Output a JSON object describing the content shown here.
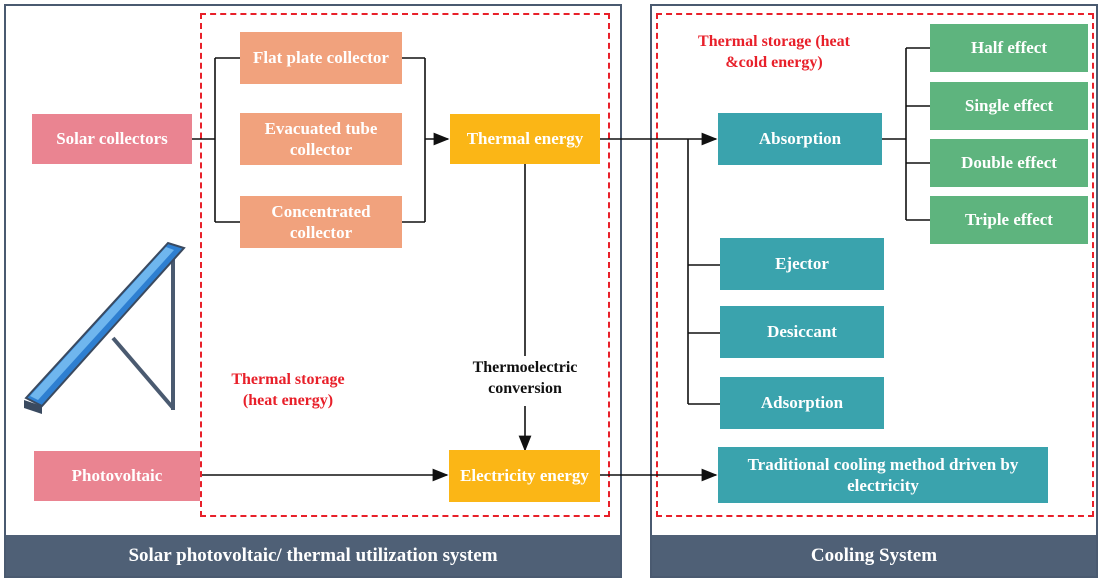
{
  "left_panel": {
    "footer": "Solar photovoltaic/ thermal utilization system",
    "sources": {
      "solar_collectors": "Solar collectors",
      "photovoltaic": "Photovoltaic"
    },
    "collectors": [
      "Flat plate collector",
      "Evacuated tube collector",
      "Concentrated collector"
    ],
    "thermal_energy": "Thermal energy",
    "electricity_energy": "Electricity energy",
    "conversion_label": "Thermoelectric conversion",
    "storage_label": "Thermal storage (heat energy)"
  },
  "right_panel": {
    "footer": "Cooling System",
    "storage_label": "Thermal storage (heat &cold energy)",
    "absorption": "Absorption",
    "effects": [
      "Half effect",
      "Single effect",
      "Double effect",
      "Triple effect"
    ],
    "methods": [
      "Ejector",
      "Desiccant",
      "Adsorption"
    ],
    "traditional": "Traditional cooling method driven by electricity"
  },
  "colors": {
    "pink": "#ea8491",
    "salmon": "#f1a27d",
    "orange": "#fbb616",
    "teal": "#3aa3ad",
    "green": "#5eb47e",
    "dashed_red": "#e8202a",
    "footer_bg": "#4f6076"
  }
}
